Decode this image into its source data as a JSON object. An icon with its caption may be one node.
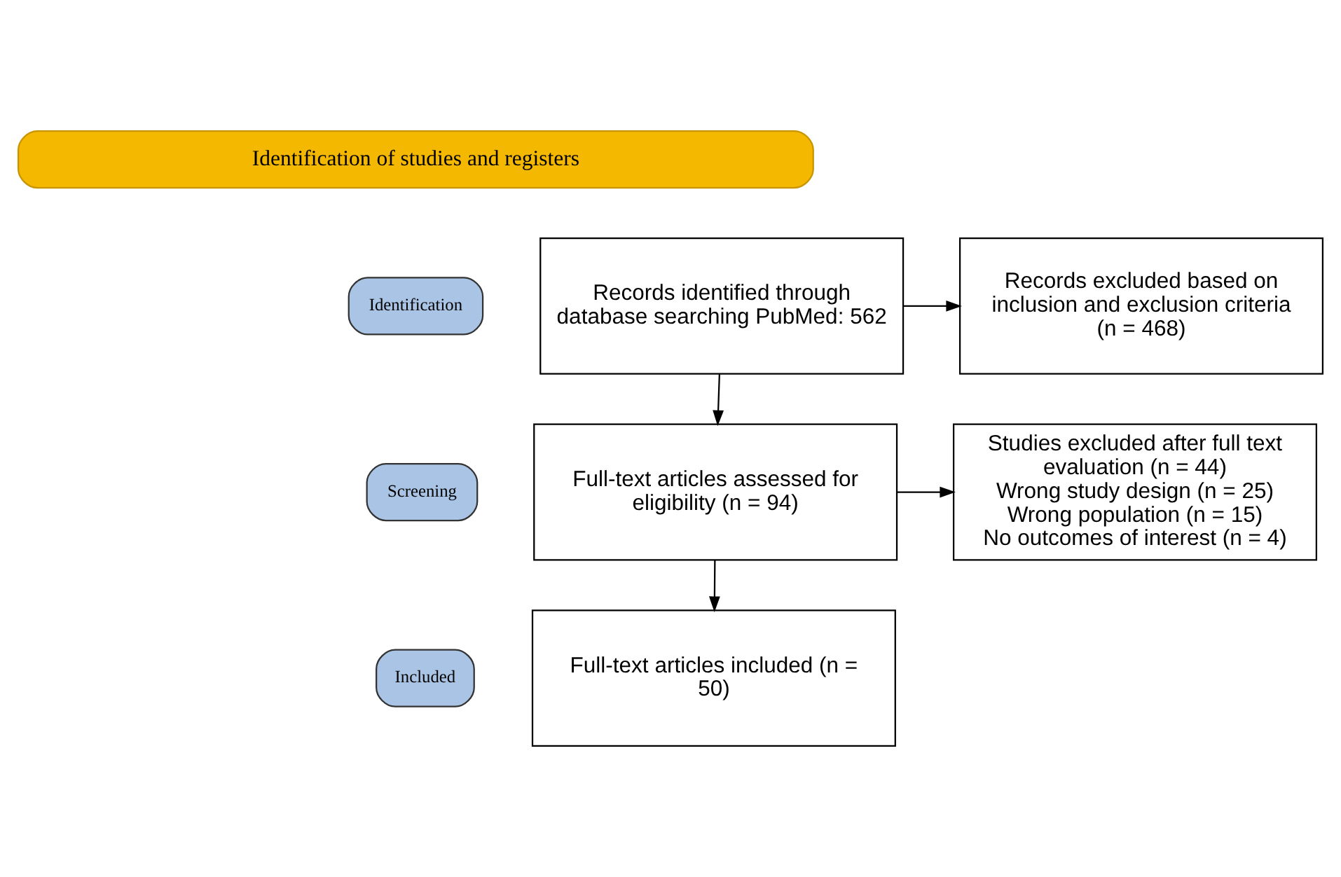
{
  "diagram": {
    "nodes": [
      {
        "text": [
          "Identification of studies and registers"
        ]
      },
      {
        "text": [
          "Identification"
        ]
      },
      {
        "text": [
          "Screening"
        ]
      },
      {
        "text": [
          "Included"
        ]
      },
      {
        "text": [
          "Records identified through database searching PubMed: 562"
        ]
      },
      {
        "text": [
          "Records excluded based on inclusion and exclusion criteria (n = 468)"
        ]
      },
      {
        "text": [
          "Full-text articles assessed for eligibility (n = 94)"
        ]
      },
      {
        "text": [
          "Studies excluded after full text evaluation (n = 44)",
          "Wrong study design (n = 25)",
          "Wrong population (n = 15)",
          "No outcomes of interest (n = 4)"
        ]
      },
      {
        "text": [
          "Full-text articles included (n = 50)"
        ]
      }
    ],
    "edges": [
      {
        "from": 4,
        "to": 5,
        "arrow": "to"
      },
      {
        "from": 4,
        "to": 6,
        "arrow": "to"
      },
      {
        "from": 6,
        "to": 7,
        "arrow": "to"
      },
      {
        "from": 6,
        "to": 8,
        "arrow": "to"
      }
    ]
  }
}
